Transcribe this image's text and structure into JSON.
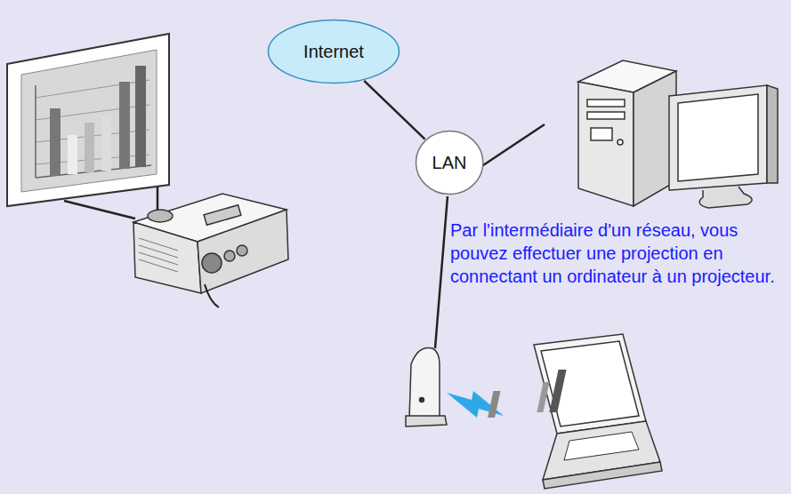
{
  "diagram": {
    "nodes": [
      {
        "text": [
          "Internet"
        ]
      },
      {
        "text": [
          "LAN"
        ]
      }
    ],
    "edges": [
      {
        "from": 0,
        "to": 1,
        "arrow": "none"
      }
    ],
    "labels": [
      "Par l'intermédiaire d'un réseau, vous pouvez effectuer une projection en connectant un ordinateur à un projecteur."
    ]
  }
}
